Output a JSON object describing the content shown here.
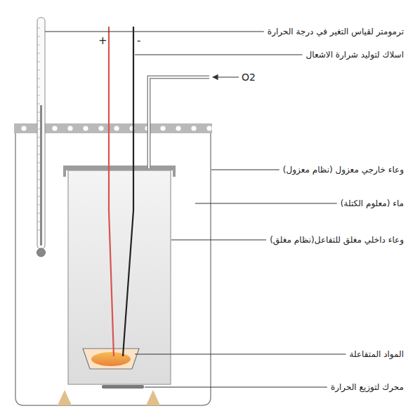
{
  "diagram": {
    "labels": [
      "ترمومتر لقياس التغير في درجة الحرارة",
      "اسلاك لتوليد شرارة الاشعال",
      "O2",
      "وعاء خارجي معزول (نظام معزول)",
      "ماء (معلوم الكتلة)",
      "وعاء داخلي مغلق للتفاعل(نظام مغلق)",
      "المواد المتفاعلة",
      "محرك لتوزيع الحرارة",
      "+",
      "-"
    ]
  }
}
